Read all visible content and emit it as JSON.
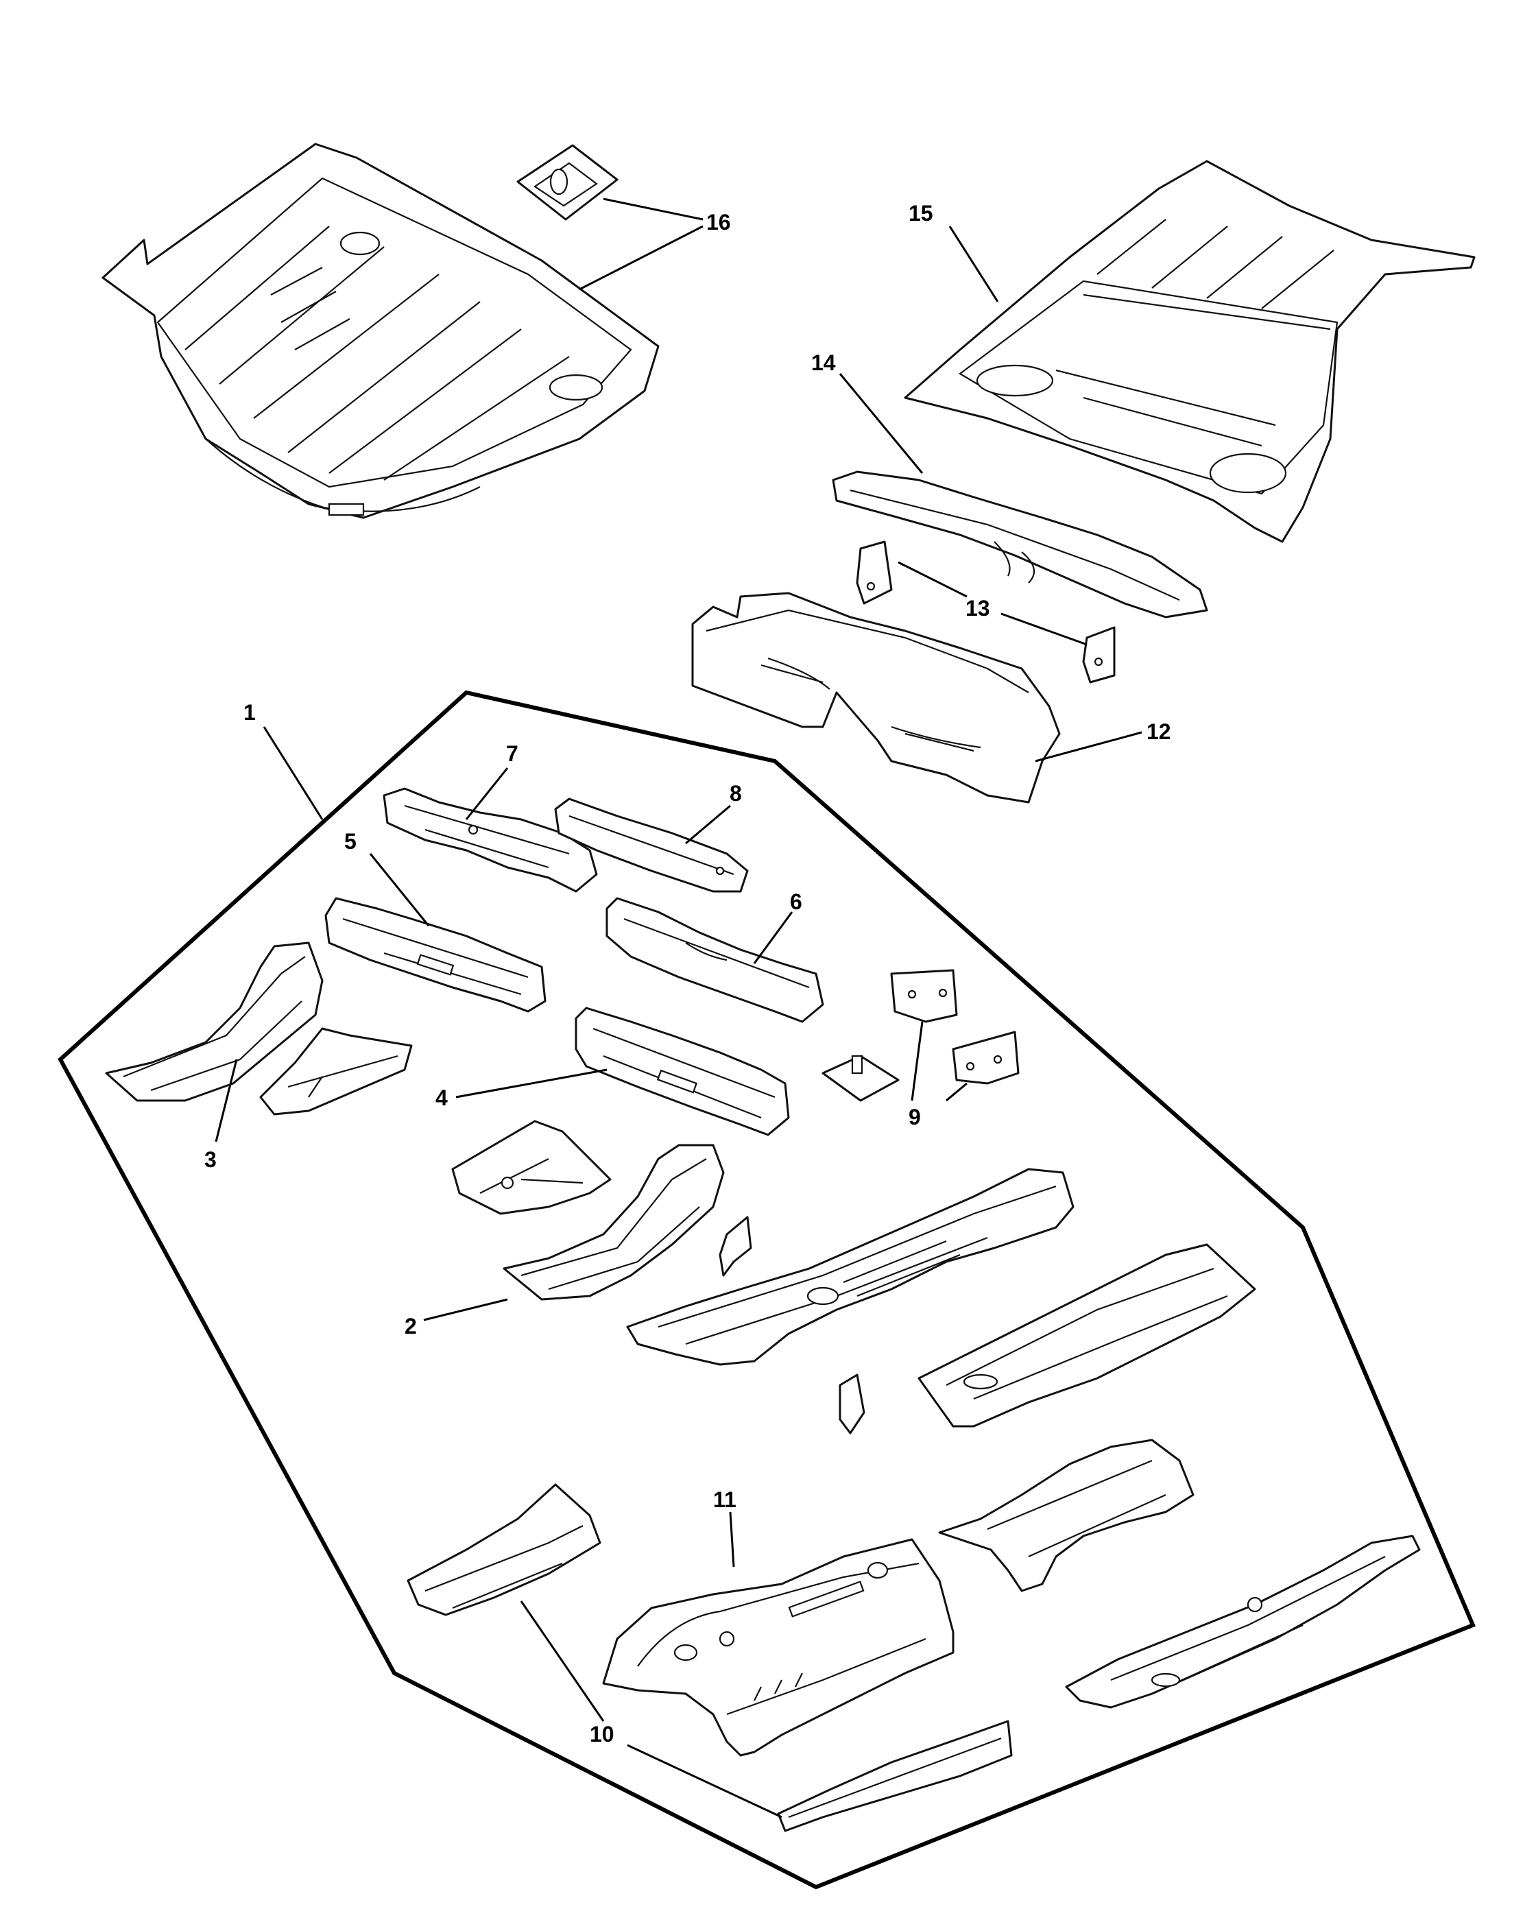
{
  "callouts": [
    "1",
    "2",
    "3",
    "4",
    "5",
    "6",
    "7",
    "8",
    "9",
    "10",
    "11",
    "12",
    "13",
    "14",
    "15",
    "16"
  ],
  "colors": {
    "ink": "#000000",
    "paper": "#ffffff"
  }
}
